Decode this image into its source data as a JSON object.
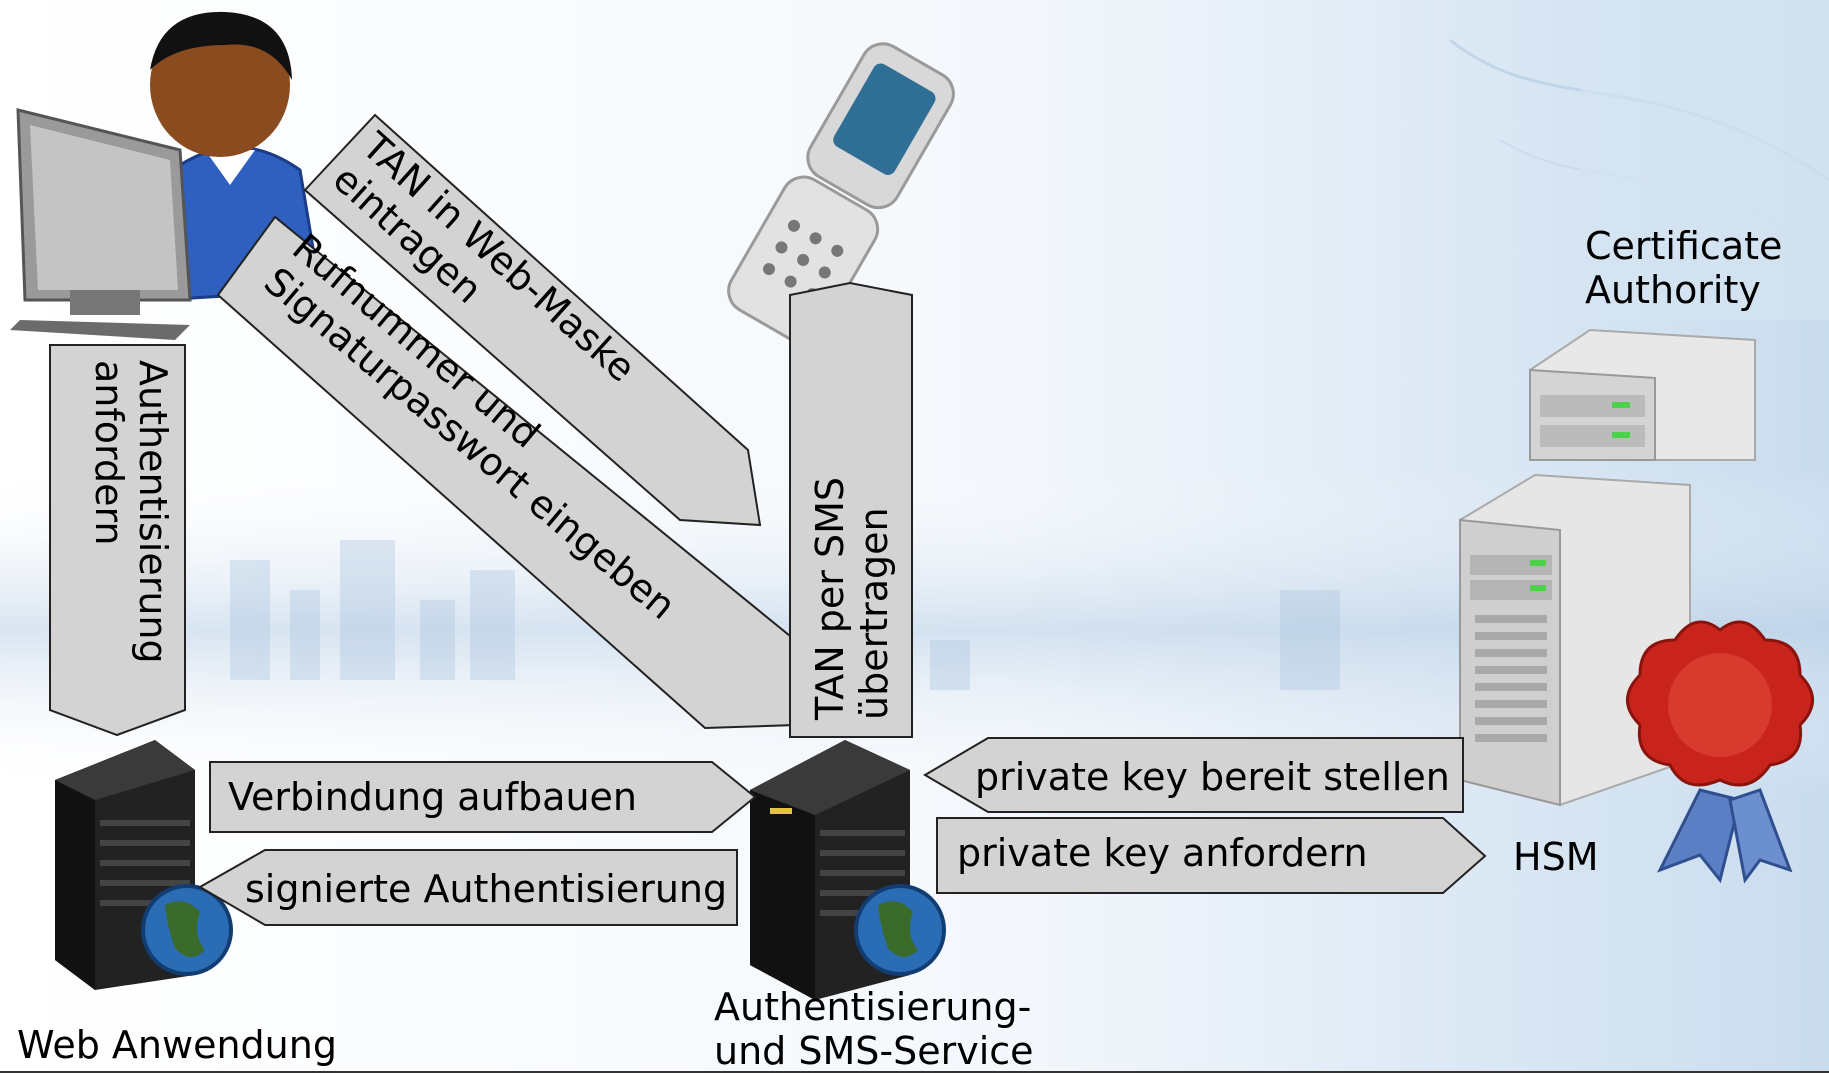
{
  "labels": {
    "web_app": "Web Anwendung",
    "auth_service_line1": "Authentisierung-",
    "auth_service_line2": "und SMS-Service",
    "ca_line1": "Certificate",
    "ca_line2": "Authority",
    "hsm": "HSM"
  },
  "arrows": {
    "auth_request_line1": "Authentisierung",
    "auth_request_line2": "anfordern",
    "tan_enter_line1": "TAN in Web-Maske",
    "tan_enter_line2": "eintragen",
    "phone_pw_line1": "Rufnummer und",
    "phone_pw_line2": "Signaturpasswort eingeben",
    "tan_sms_line1": "TAN per SMS",
    "tan_sms_line2": "übertragen",
    "connect": "Verbindung aufbauen",
    "signed_auth": "signierte Authentisierung",
    "pk_provide": "private key bereit stellen",
    "pk_request": "private key anfordern"
  },
  "icons": {
    "user": "user-at-computer-icon",
    "phone": "flip-phone-icon",
    "web_server": "web-server-globe-icon",
    "auth_server": "auth-server-globe-icon",
    "ca_server": "ca-server-icon",
    "hsm_server": "hsm-server-icon",
    "seal": "wax-seal-icon"
  },
  "colors": {
    "arrow_fill": "#d3d3d3",
    "arrow_stroke": "#222222",
    "server_dark": "#1a1a1a",
    "seal_red": "#c8241c",
    "bg_blue": "#cfe0ef"
  }
}
